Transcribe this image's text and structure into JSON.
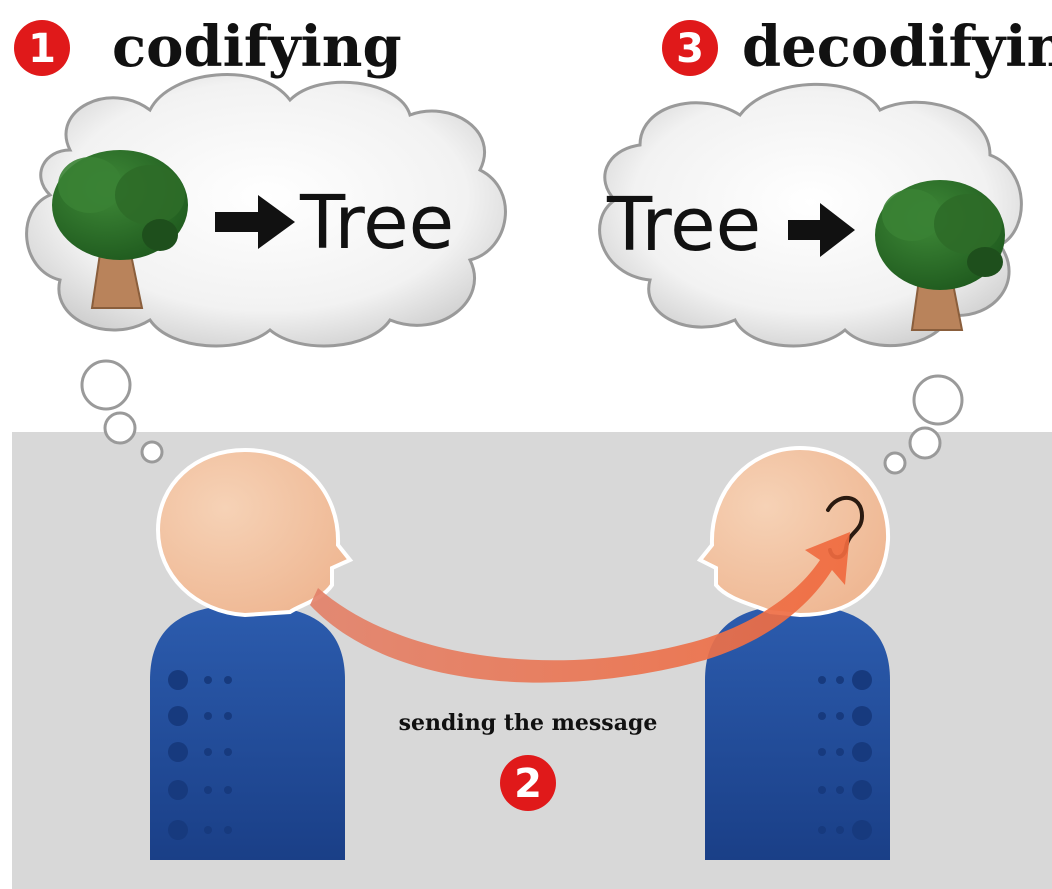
{
  "steps": [
    {
      "number": "1",
      "label": "codifying"
    },
    {
      "number": "2",
      "label": "sending the message"
    },
    {
      "number": "3",
      "label": "decodifying"
    }
  ],
  "thought_bubbles": {
    "sender_word": "Tree",
    "receiver_word": "Tree"
  },
  "colors": {
    "badge": "#e0191a",
    "floor": "#d8d8d8",
    "body": "#1f4fa0",
    "skin": "#f3c9a6",
    "arrow": "#ee7a55",
    "tree_leaves": "#2f6e2a",
    "tree_trunk": "#b9835b"
  }
}
